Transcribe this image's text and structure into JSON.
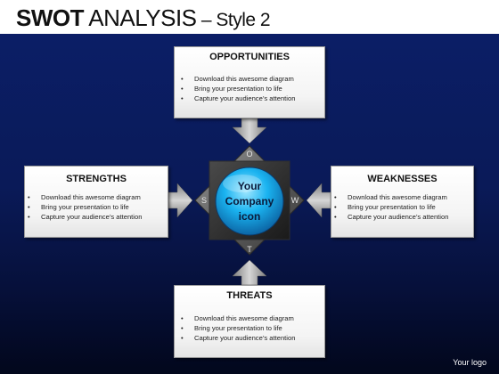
{
  "slide": {
    "title_bold": "SWOT",
    "title_regular": " ANALYSIS",
    "title_style": " – Style 2",
    "footer_logo": "Your logo"
  },
  "boxes": {
    "opportunities": {
      "title": "OPPORTUNITIES",
      "bullets": [
        "Download this awesome diagram",
        "Bring your presentation to life",
        "Capture your audience’s attention"
      ]
    },
    "strengths": {
      "title": "STRENGTHS",
      "bullets": [
        "Download this awesome diagram",
        "Bring your presentation to life",
        "Capture your audience’s attention"
      ]
    },
    "weaknesses": {
      "title": "WEAKNESSES",
      "bullets": [
        "Download this awesome diagram",
        "Bring your presentation to life",
        "Capture your audience’s attention"
      ]
    },
    "threats": {
      "title": "THREATS",
      "bullets": [
        "Download this awesome diagram",
        "Bring your presentation to life",
        "Capture your audience’s attention"
      ]
    }
  },
  "center": {
    "line1": "Your",
    "line2": "Company",
    "line3": "icon",
    "letter_top": "O",
    "letter_left": "S",
    "letter_right": "W",
    "letter_bottom": "T"
  },
  "colors": {
    "background_top": "#0b1e66",
    "background_bottom": "#02071c",
    "globe": "#1ab3f0",
    "arrow": "#a0a0a0"
  }
}
